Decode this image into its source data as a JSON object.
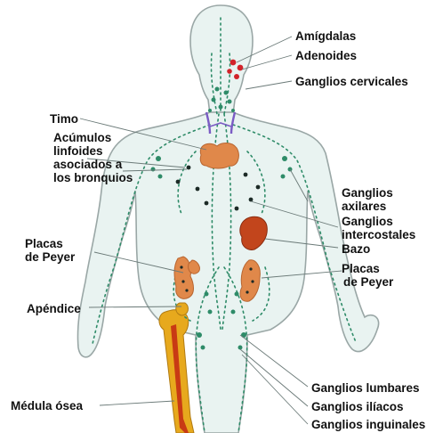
{
  "labels": {
    "amigdalas": "Amígdalas",
    "adenoides": "Adenoides",
    "ganglios_cervicales": "Ganglios cervicales",
    "timo": "Timo",
    "acumulos_1": "Acúmulos",
    "acumulos_2": "linfoides",
    "acumulos_3": "asociados a",
    "acumulos_4": "los bronquios",
    "ganglios_axilares_1": "Ganglios",
    "ganglios_axilares_2": "axilares",
    "ganglios_intercostales_1": "Ganglios",
    "ganglios_intercostales_2": "intercostales",
    "bazo": "Bazo",
    "placas_left_1": "Placas",
    "placas_left_2": "de Peyer",
    "placas_right_1": "Placas",
    "placas_right_2": "de Peyer",
    "apendice": "Apéndice",
    "medula": "Médula ósea",
    "ganglios_lumbares": "Ganglios lumbares",
    "ganglios_iliacos": "Ganglios ilíacos",
    "ganglios_inguinales": "Ganglios inguinales"
  },
  "colors": {
    "body_outline": "#9aa7a6",
    "body_fill": "#e9f3f1",
    "lymph": "#2e8b68",
    "organ": "#e0884a",
    "spleen": "#c2451c",
    "bone": "#e7a91d",
    "marrow": "#c83a14",
    "tonsil": "#d2232a",
    "thymus_vessel": "#7b5cc4"
  }
}
